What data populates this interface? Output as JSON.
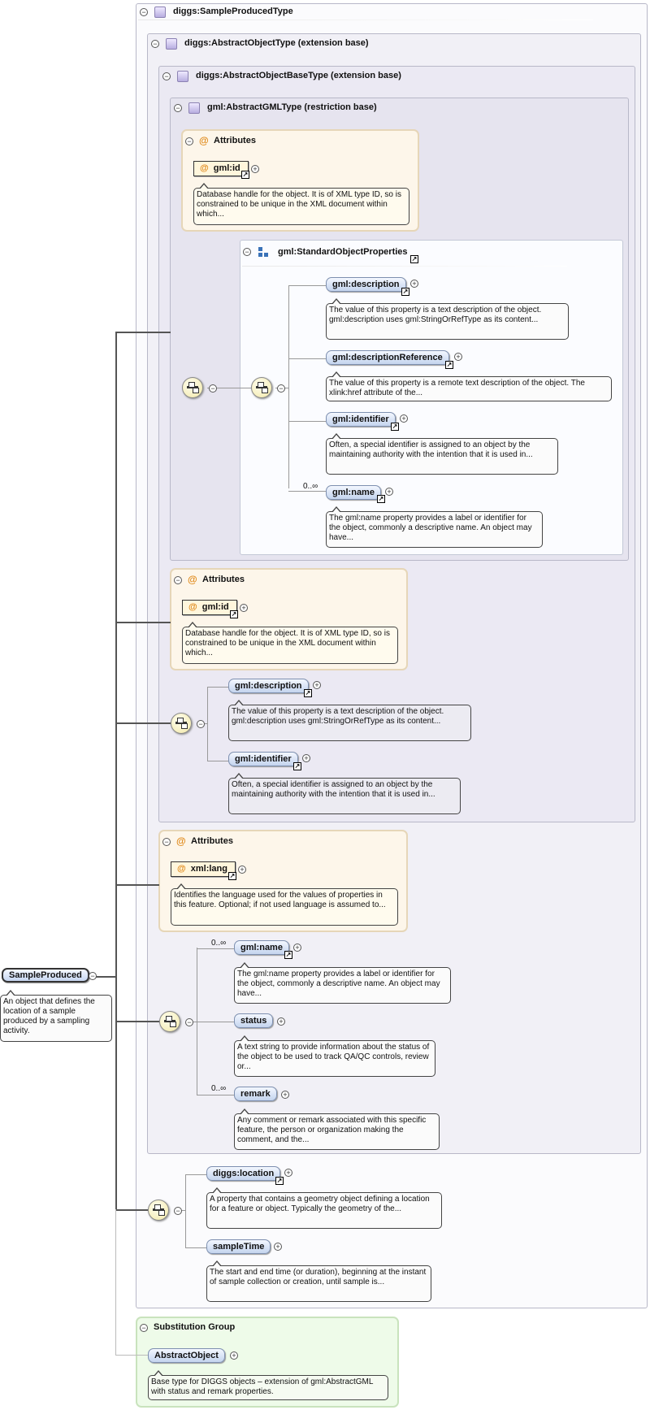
{
  "frames": {
    "sample_produced_type": "diggs:SampleProducedType",
    "abstract_object_type": "diggs:AbstractObjectType (extension base)",
    "abstract_object_base_type": "diggs:AbstractObjectBaseType (extension base)",
    "abstract_gml_type": "gml:AbstractGMLType (restriction base)",
    "standard_object_properties": "gml:StandardObjectProperties",
    "substitution_group": "Substitution Group"
  },
  "labels": {
    "attributes": "Attributes",
    "unbounded": "0..∞"
  },
  "attr_blocks": [
    {
      "name": "gml:id",
      "doc": "Database handle for the object. It is of XML type ID, so is constrained to be unique in the XML document within which..."
    },
    {
      "name": "gml:id",
      "doc": "Database handle for the object. It is of XML type ID, so is constrained to be unique in the XML document within which..."
    },
    {
      "name": "xml:lang",
      "doc": "Identifies the language used for the values of properties in this feature. Optional; if not used language is assumed to..."
    }
  ],
  "std_props": [
    {
      "name": "gml:description",
      "doc": "The value of this property is a text description of the object. gml:description uses gml:StringOrRefType as its content..."
    },
    {
      "name": "gml:descriptionReference",
      "doc": "The value of this property is a remote text description of the object. The xlink:href attribute of the..."
    },
    {
      "name": "gml:identifier",
      "doc": "Often, a special identifier is assigned to an object by the maintaining authority with the intention that it is used in..."
    },
    {
      "name": "gml:name",
      "doc": "The gml:name property provides a label or identifier for the object, commonly a descriptive name. An object may have..."
    }
  ],
  "base_seq": [
    {
      "name": "gml:description",
      "doc": "The value of this property is a text description of the object. gml:description uses gml:StringOrRefType as its content..."
    },
    {
      "name": "gml:identifier",
      "doc": "Often, a special identifier is assigned to an object by the maintaining authority with the intention that it is used in..."
    }
  ],
  "obj_seq": [
    {
      "name": "gml:name",
      "doc": "The gml:name property provides a label or identifier for the object, commonly a descriptive name. An object may have..."
    },
    {
      "name": "status",
      "doc": "A text string to provide information about the status of the object to be used to track QA/QC controls, review or..."
    },
    {
      "name": "remark",
      "doc": "Any comment or remark associated with this specific feature, the person or organization making the comment, and the..."
    }
  ],
  "sample_seq": [
    {
      "name": "diggs:location",
      "doc": "A property that contains a geometry object defining a location for a feature or object. Typically the geometry of the..."
    },
    {
      "name": "sampleTime",
      "doc": "The start and end time (or duration), beginning at the instant of sample collection or creation, until sample is..."
    }
  ],
  "root": {
    "name": "SampleProduced",
    "doc": "An object that defines the location of a sample produced by a sampling activity."
  },
  "substitution": {
    "name": "AbstractObject",
    "doc": "Base type for DIGGS objects – extension of gml:AbstractGML with status and remark properties."
  }
}
